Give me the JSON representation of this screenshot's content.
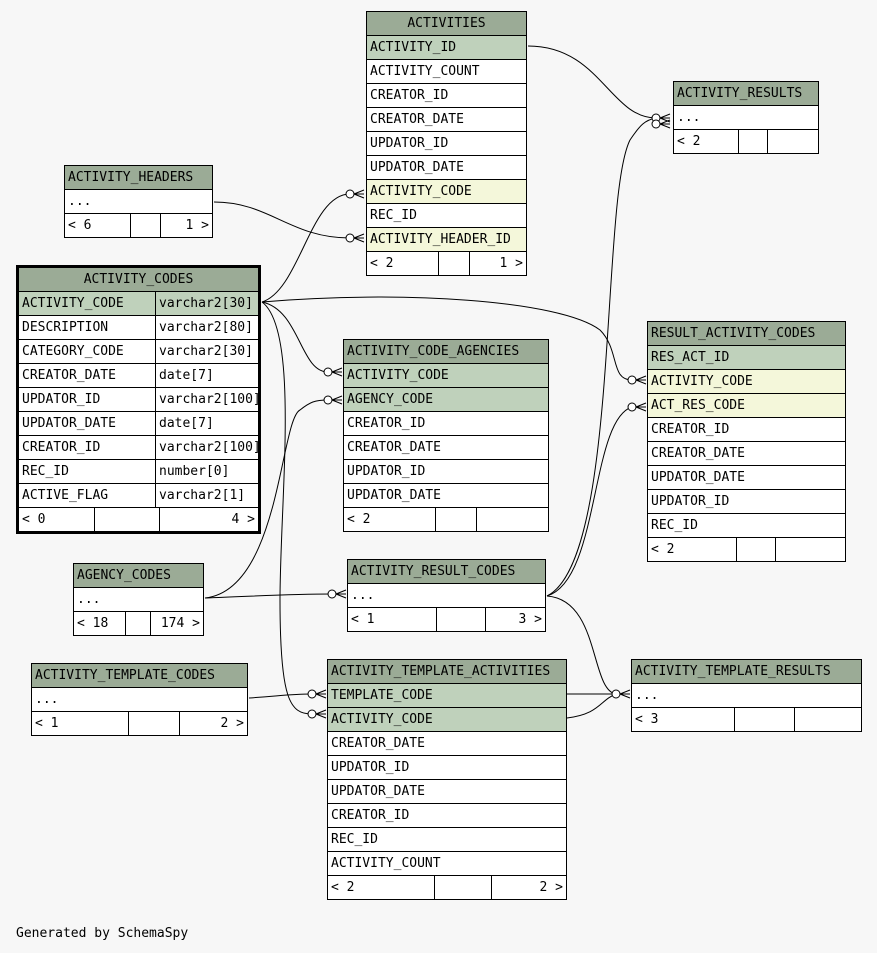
{
  "footer": {
    "generated_by": "Generated by SchemaSpy"
  },
  "tables": {
    "activities": {
      "title": "ACTIVITIES",
      "rows": [
        {
          "name": "ACTIVITY_ID",
          "kind": "pk"
        },
        {
          "name": "ACTIVITY_COUNT",
          "kind": ""
        },
        {
          "name": "CREATOR_ID",
          "kind": ""
        },
        {
          "name": "CREATOR_DATE",
          "kind": ""
        },
        {
          "name": "UPDATOR_ID",
          "kind": ""
        },
        {
          "name": "UPDATOR_DATE",
          "kind": ""
        },
        {
          "name": "ACTIVITY_CODE",
          "kind": "fk"
        },
        {
          "name": "REC_ID",
          "kind": ""
        },
        {
          "name": "ACTIVITY_HEADER_ID",
          "kind": "fk"
        }
      ],
      "footer": {
        "left": "< 2",
        "middle": "",
        "right": "1 >"
      }
    },
    "activity_results": {
      "title": "ACTIVITY_RESULTS",
      "rows": [
        {
          "name": "...",
          "kind": ""
        }
      ],
      "footer": {
        "left": "< 2",
        "middle": "",
        "right": ""
      }
    },
    "activity_headers": {
      "title": "ACTIVITY_HEADERS",
      "rows": [
        {
          "name": "...",
          "kind": ""
        }
      ],
      "footer": {
        "left": "< 6",
        "middle": "",
        "right": "1 >"
      }
    },
    "activity_codes": {
      "title": "ACTIVITY_CODES",
      "rows": [
        {
          "name": "ACTIVITY_CODE",
          "type": "varchar2[30]",
          "kind": "pk"
        },
        {
          "name": "DESCRIPTION",
          "type": "varchar2[80]",
          "kind": ""
        },
        {
          "name": "CATEGORY_CODE",
          "type": "varchar2[30]",
          "kind": ""
        },
        {
          "name": "CREATOR_DATE",
          "type": "date[7]",
          "kind": ""
        },
        {
          "name": "UPDATOR_ID",
          "type": "varchar2[100]",
          "kind": ""
        },
        {
          "name": "UPDATOR_DATE",
          "type": "date[7]",
          "kind": ""
        },
        {
          "name": "CREATOR_ID",
          "type": "varchar2[100]",
          "kind": ""
        },
        {
          "name": "REC_ID",
          "type": "number[0]",
          "kind": ""
        },
        {
          "name": "ACTIVE_FLAG",
          "type": "varchar2[1]",
          "kind": ""
        }
      ],
      "footer": {
        "left": "< 0",
        "middle": "",
        "right": "4 >"
      }
    },
    "activity_code_agencies": {
      "title": "ACTIVITY_CODE_AGENCIES",
      "rows": [
        {
          "name": "ACTIVITY_CODE",
          "kind": "pk"
        },
        {
          "name": "AGENCY_CODE",
          "kind": "pk"
        },
        {
          "name": "CREATOR_ID",
          "kind": ""
        },
        {
          "name": "CREATOR_DATE",
          "kind": ""
        },
        {
          "name": "UPDATOR_ID",
          "kind": ""
        },
        {
          "name": "UPDATOR_DATE",
          "kind": ""
        }
      ],
      "footer": {
        "left": "< 2",
        "middle": "",
        "right": ""
      }
    },
    "result_activity_codes": {
      "title": "RESULT_ACTIVITY_CODES",
      "rows": [
        {
          "name": "RES_ACT_ID",
          "kind": "pk"
        },
        {
          "name": "ACTIVITY_CODE",
          "kind": "fk"
        },
        {
          "name": "ACT_RES_CODE",
          "kind": "fk"
        },
        {
          "name": "CREATOR_ID",
          "kind": ""
        },
        {
          "name": "CREATOR_DATE",
          "kind": ""
        },
        {
          "name": "UPDATOR_DATE",
          "kind": ""
        },
        {
          "name": "UPDATOR_ID",
          "kind": ""
        },
        {
          "name": "REC_ID",
          "kind": ""
        }
      ],
      "footer": {
        "left": "< 2",
        "middle": "",
        "right": ""
      }
    },
    "agency_codes": {
      "title": "AGENCY_CODES",
      "rows": [
        {
          "name": "...",
          "kind": ""
        }
      ],
      "footer": {
        "left": "< 18",
        "middle": "",
        "right": "174 >"
      }
    },
    "activity_result_codes": {
      "title": "ACTIVITY_RESULT_CODES",
      "rows": [
        {
          "name": "...",
          "kind": ""
        }
      ],
      "footer": {
        "left": "< 1",
        "middle": "",
        "right": "3 >"
      }
    },
    "activity_template_codes": {
      "title": "ACTIVITY_TEMPLATE_CODES",
      "rows": [
        {
          "name": "...",
          "kind": ""
        }
      ],
      "footer": {
        "left": "< 1",
        "middle": "",
        "right": "2 >"
      }
    },
    "activity_template_activities": {
      "title": "ACTIVITY_TEMPLATE_ACTIVITIES",
      "rows": [
        {
          "name": "TEMPLATE_CODE",
          "kind": "pk"
        },
        {
          "name": "ACTIVITY_CODE",
          "kind": "pk"
        },
        {
          "name": "CREATOR_DATE",
          "kind": ""
        },
        {
          "name": "UPDATOR_ID",
          "kind": ""
        },
        {
          "name": "UPDATOR_DATE",
          "kind": ""
        },
        {
          "name": "CREATOR_ID",
          "kind": ""
        },
        {
          "name": "REC_ID",
          "kind": ""
        },
        {
          "name": "ACTIVITY_COUNT",
          "kind": ""
        }
      ],
      "footer": {
        "left": "< 2",
        "middle": "",
        "right": "2 >"
      }
    },
    "activity_template_results": {
      "title": "ACTIVITY_TEMPLATE_RESULTS",
      "rows": [
        {
          "name": "...",
          "kind": ""
        }
      ],
      "footer": {
        "left": "< 3",
        "middle": "",
        "right": ""
      }
    }
  },
  "relationships": [
    {
      "from": "activities.ACTIVITY_ID",
      "to": "activity_results"
    },
    {
      "from": "activity_headers",
      "to": "activities.ACTIVITY_HEADER_ID"
    },
    {
      "from": "activity_codes.ACTIVITY_CODE",
      "to": "activities.ACTIVITY_CODE"
    },
    {
      "from": "activity_codes.ACTIVITY_CODE",
      "to": "activity_code_agencies.ACTIVITY_CODE"
    },
    {
      "from": "activity_codes.ACTIVITY_CODE",
      "to": "result_activity_codes.ACTIVITY_CODE"
    },
    {
      "from": "activity_codes.ACTIVITY_CODE",
      "to": "activity_template_activities.ACTIVITY_CODE"
    },
    {
      "from": "agency_codes",
      "to": "activity_code_agencies.AGENCY_CODE"
    },
    {
      "from": "agency_codes",
      "to": "activity_result_codes"
    },
    {
      "from": "activity_result_codes",
      "to": "result_activity_codes.ACT_RES_CODE"
    },
    {
      "from": "activity_result_codes",
      "to": "activity_results"
    },
    {
      "from": "activity_result_codes",
      "to": "activity_template_results"
    },
    {
      "from": "activity_template_codes",
      "to": "activity_template_activities.TEMPLATE_CODE"
    },
    {
      "from": "activity_template_activities.TEMPLATE_CODE",
      "to": "activity_template_results"
    },
    {
      "from": "activity_template_activities.ACTIVITY_CODE",
      "to": "activity_template_results"
    }
  ]
}
